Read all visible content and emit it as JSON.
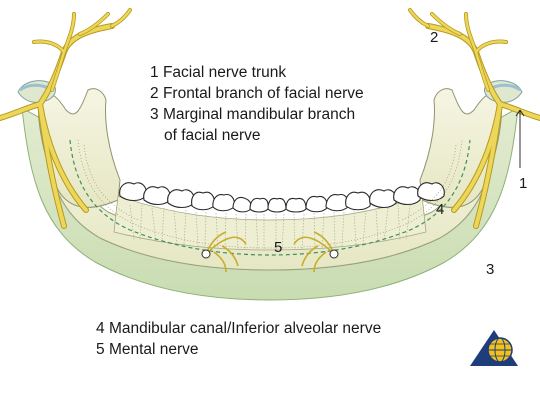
{
  "legend_top": [
    {
      "num": "1",
      "text": "Facial nerve trunk"
    },
    {
      "num": "2",
      "text": "Frontal branch of facial nerve"
    },
    {
      "num": "3",
      "text": "Marginal mandibular branch"
    },
    {
      "num": "",
      "text": "of facial nerve"
    }
  ],
  "legend_bottom": [
    {
      "num": "4",
      "text": "Mandibular canal/Inferior alveolar nerve"
    },
    {
      "num": "5",
      "text": "Mental nerve"
    }
  ],
  "callouts": {
    "c1": "1",
    "c2": "2",
    "c3": "3",
    "c4": "4",
    "c5": "5"
  },
  "colors": {
    "soft_tissue": "#d8e7c4",
    "bone": "#f2f1d9",
    "nerve": "#ecd75a",
    "nerve_outline": "#b79a1f",
    "tooth": "#ffffff",
    "canal_dash": "#3f8f5a",
    "logo_blue": "#1f3d7a",
    "logo_yellow": "#f2c21a"
  }
}
